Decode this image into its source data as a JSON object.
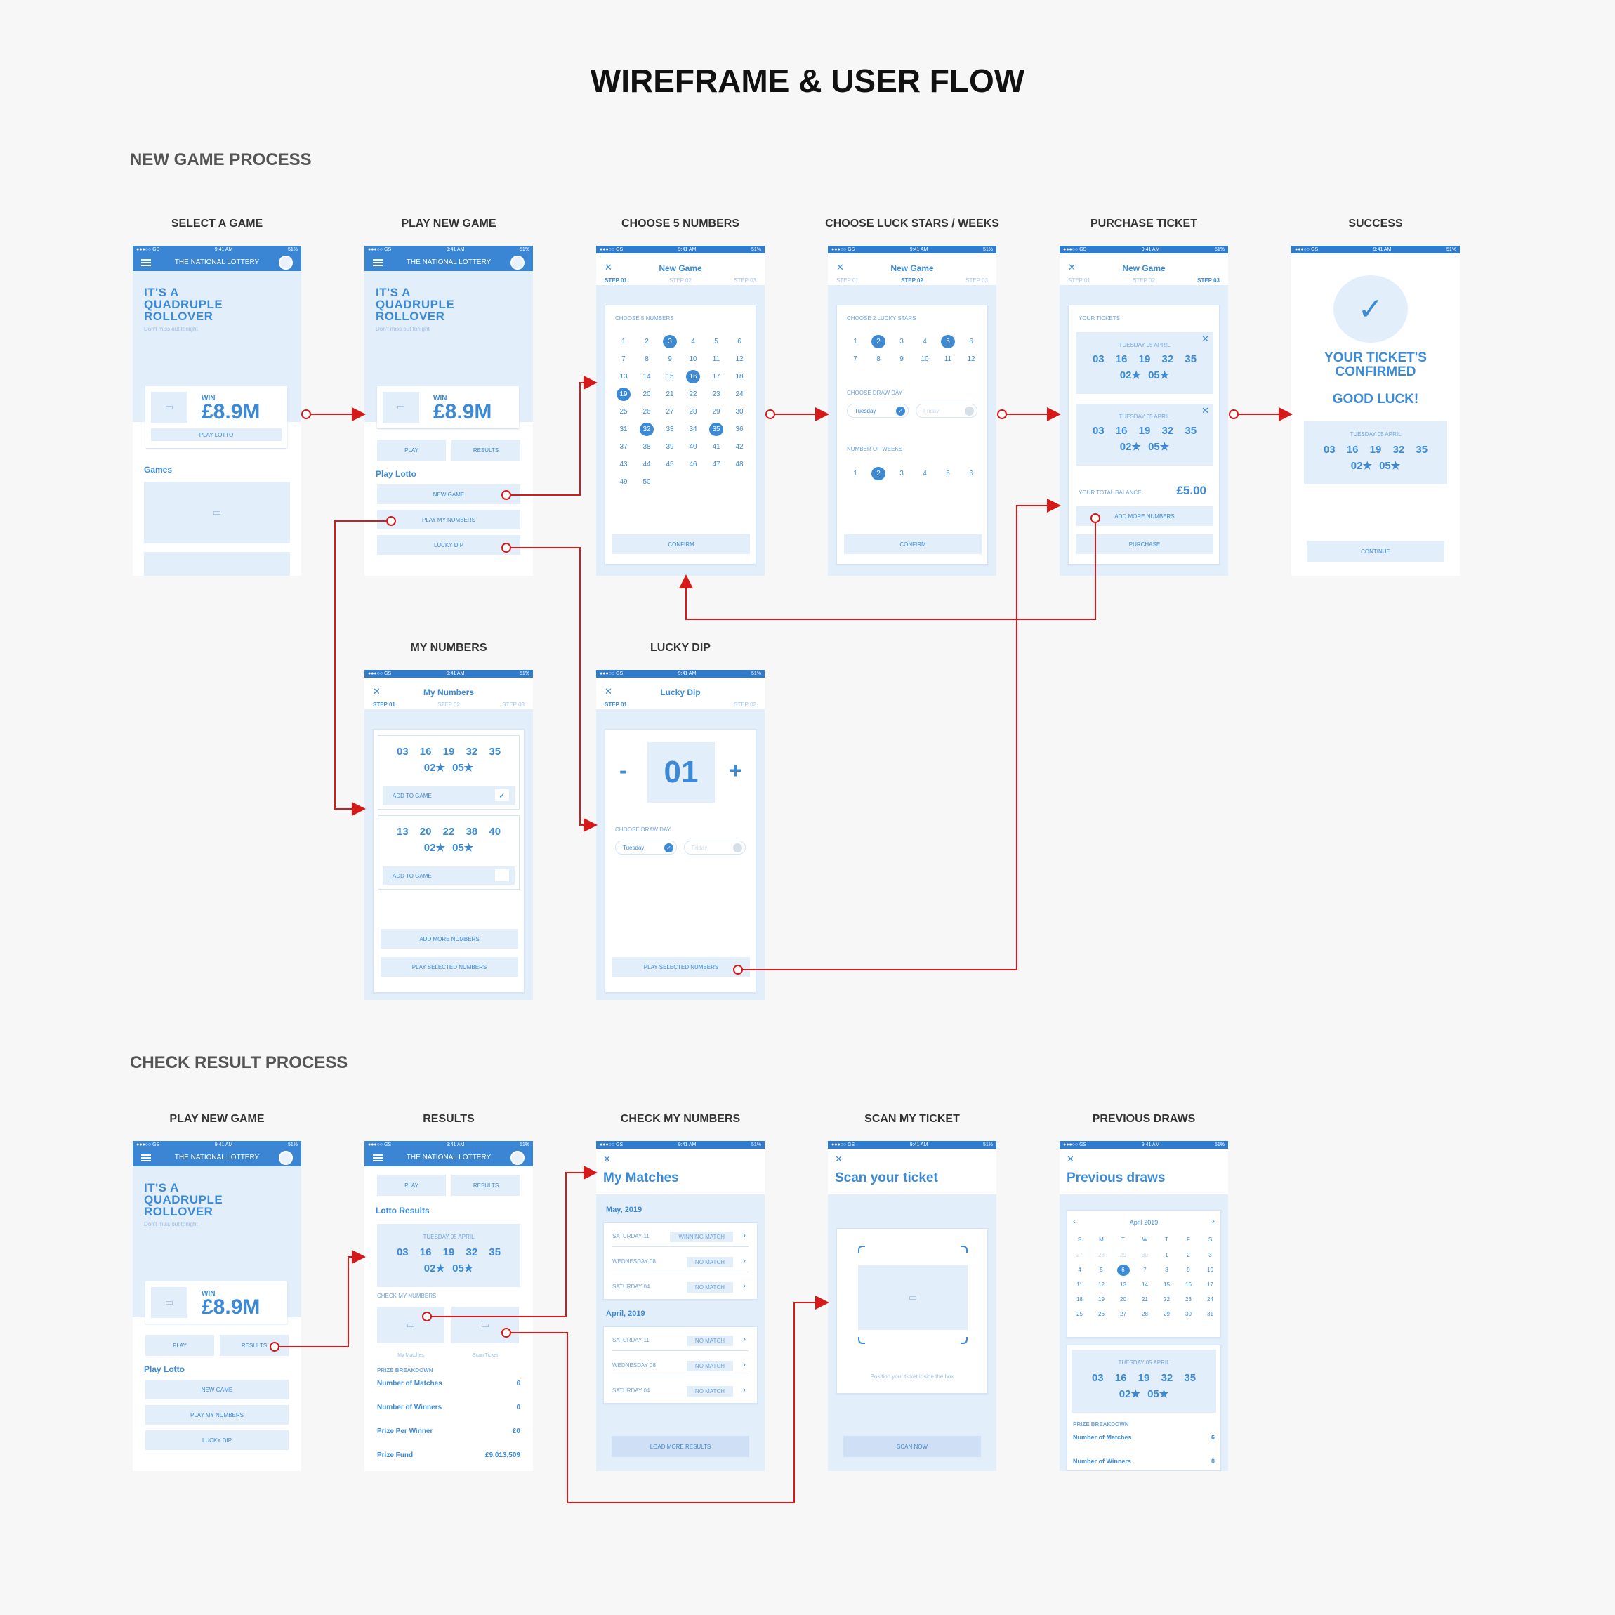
{
  "title": "WIREFRAME & USER FLOW",
  "sections": {
    "new_game": "NEW GAME PROCESS",
    "check_result": "CHECK RESULT PROCESS"
  },
  "labels": {
    "select_game": "SELECT A GAME",
    "play_new_game": "PLAY NEW GAME",
    "choose5": "CHOOSE 5 NUMBERS",
    "luck": "CHOOSE LUCK STARS / WEEKS",
    "purchase": "PURCHASE TICKET",
    "success": "SUCCESS",
    "my_numbers": "MY NUMBERS",
    "lucky_dip": "LUCKY DIP",
    "play_new_game2": "PLAY NEW GAME",
    "results": "RESULTS",
    "check_my_numbers": "CHECK MY NUMBERS",
    "scan": "SCAN MY TICKET",
    "previous": "PREVIOUS DRAWS"
  },
  "status": {
    "carrier": "●●●○○ GS",
    "time": "9:41 AM",
    "battery": "51%"
  },
  "app": {
    "title": "THE NATIONAL LOTTERY",
    "hero": "IT'S A QUADRUPLE ROLLOVER",
    "sub": "Don't miss out tonight",
    "win": "WIN",
    "amount": "£8.9M",
    "play_lotto_btn": "PLAY LOTTO",
    "games": "Games",
    "play": "PLAY",
    "results": "RESULTS",
    "play_lotto": "Play Lotto",
    "new_game": "NEW GAME",
    "play_my_numbers": "PLAY MY NUMBERS",
    "lucky_dip": "LUCKY DIP"
  },
  "newgame": {
    "title": "New Game",
    "step1": "STEP 01",
    "step2": "STEP 02",
    "step3": "STEP 03",
    "choose5": "CHOOSE 5 NUMBERS",
    "confirm": "CONFIRM",
    "choose2": "CHOOSE 2 LUCKY STARS",
    "draw_day": "CHOOSE DRAW DAY",
    "tuesday": "Tuesday",
    "friday": "Friday",
    "weeks": "NUMBER OF WEEKS"
  },
  "purchase": {
    "your_tickets": "YOUR TICKETS",
    "date": "TUESDAY 05 APRIL",
    "numbers": "03 16 19 32 35",
    "stars": "02★ 05★",
    "balance_label": "YOUR TOTAL BALANCE",
    "balance": "£5.00",
    "add_more": "ADD MORE NUMBERS",
    "purchase": "PURCHASE"
  },
  "success": {
    "confirmed": "YOUR TICKET'S CONFIRMED",
    "good_luck": "GOOD LUCK!",
    "continue": "CONTINUE"
  },
  "mynumbers": {
    "title": "My Numbers",
    "n1": "03 16 19 32 35",
    "s1": "02★ 05★",
    "n2": "13 20 22 38 40",
    "s2": "02★ 05★",
    "add": "ADD TO GAME",
    "add_more": "ADD MORE NUMBERS",
    "play_selected": "PLAY SELECTED NUMBERS"
  },
  "luckydip": {
    "title": "Lucky Dip",
    "minus": "-",
    "count": "01",
    "plus": "+"
  },
  "results": {
    "lotto_results": "Lotto Results",
    "check": "CHECK MY NUMBERS",
    "my_matches": "My Matches",
    "scan_ticket": "Scan Ticket",
    "prize": "PRIZE BREAKDOWN",
    "r1": "Number of  Matches",
    "v1": "6",
    "r2": "Number of Winners",
    "v2": "0",
    "r3": "Prize Per Winner",
    "v3": "£0",
    "r4": "Prize Fund",
    "v4": "£9,013,509"
  },
  "matches": {
    "title": "My Matches",
    "may": "May, 2019",
    "april": "April, 2019",
    "sat11": "SATURDAY 11",
    "wed08": "WEDNESDAY 08",
    "sat04": "SATURDAY 04",
    "winning": "WINNING MATCH",
    "nomatch": "NO MATCH",
    "load": "LOAD MORE RESULTS"
  },
  "scan": {
    "title": "Scan your ticket",
    "hint": "Position your ticket inside the box",
    "btn": "SCAN NOW"
  },
  "previous": {
    "title": "Previous draws",
    "month": "April 2019",
    "days": [
      "S",
      "M",
      "T",
      "W",
      "T",
      "F",
      "S"
    ],
    "prize": "PRIZE BREAKDOWN",
    "r1": "Number of  Matches",
    "v1": "6",
    "r2": "Number of Winners",
    "v2": "0"
  },
  "pick": {
    "grid": [
      "1",
      "2",
      "3",
      "4",
      "5",
      "6",
      "7",
      "8",
      "9",
      "10",
      "11",
      "12",
      "13",
      "14",
      "15",
      "16",
      "17",
      "18",
      "19",
      "20",
      "21",
      "22",
      "23",
      "24",
      "25",
      "26",
      "27",
      "28",
      "29",
      "30",
      "31",
      "32",
      "33",
      "34",
      "35",
      "36",
      "37",
      "38",
      "39",
      "40",
      "41",
      "42",
      "43",
      "44",
      "45",
      "46",
      "47",
      "48",
      "49",
      "50"
    ],
    "selected": [
      "3",
      "16",
      "19",
      "32",
      "35"
    ],
    "stars": [
      "1",
      "2",
      "3",
      "4",
      "5",
      "6",
      "7",
      "8",
      "9",
      "10",
      "11",
      "12"
    ],
    "stars_selected": [
      "2",
      "5"
    ],
    "weeks": [
      "1",
      "2",
      "3",
      "4",
      "5",
      "6"
    ],
    "weeks_selected": [
      "2"
    ]
  },
  "calendar": [
    "27",
    "28",
    "29",
    "30",
    "1",
    "2",
    "3",
    "4",
    "5",
    "6",
    "7",
    "8",
    "9",
    "10",
    "11",
    "12",
    "13",
    "14",
    "15",
    "16",
    "17",
    "18",
    "19",
    "20",
    "21",
    "22",
    "23",
    "24",
    "25",
    "26",
    "27",
    "28",
    "29",
    "30",
    "31"
  ]
}
